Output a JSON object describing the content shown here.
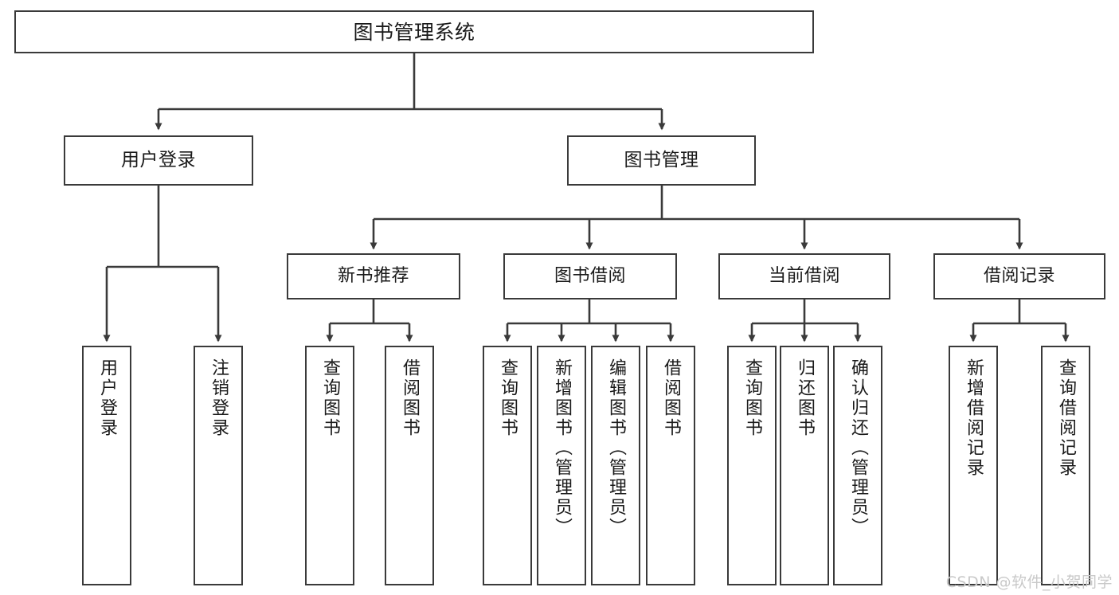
{
  "diagram": {
    "type": "tree",
    "title": "图书管理系统",
    "orientation": "top-down",
    "colors": {
      "node_border": "#3a3a3a",
      "node_fill": "#ffffff",
      "edge": "#3a3a3a",
      "text": "#1a1a1a",
      "watermark": "#c9c9c9",
      "background": "#ffffff"
    },
    "root": {
      "label": "图书管理系统"
    },
    "level2": [
      {
        "label": "用户登录"
      },
      {
        "label": "图书管理"
      }
    ],
    "level3": [
      {
        "label": "新书推荐"
      },
      {
        "label": "图书借阅"
      },
      {
        "label": "当前借阅"
      },
      {
        "label": "借阅记录"
      }
    ],
    "leaves": {
      "user_login": [
        {
          "label": "用户登录"
        },
        {
          "label": "注销登录"
        }
      ],
      "new_book": [
        {
          "label": "查询图书"
        },
        {
          "label": "借阅图书"
        }
      ],
      "book_borrow": [
        {
          "label": "查询图书"
        },
        {
          "label": "新增图书（管理员）"
        },
        {
          "label": "编辑图书（管理员）"
        },
        {
          "label": "借阅图书"
        }
      ],
      "current_borrow": [
        {
          "label": "查询图书"
        },
        {
          "label": "归还图书"
        },
        {
          "label": "确认归还（管理员）"
        }
      ],
      "borrow_record": [
        {
          "label": "新增借阅记录"
        },
        {
          "label": "查询借阅记录"
        }
      ]
    }
  },
  "watermark": {
    "text": "CSDN @软件_小贺同学"
  }
}
